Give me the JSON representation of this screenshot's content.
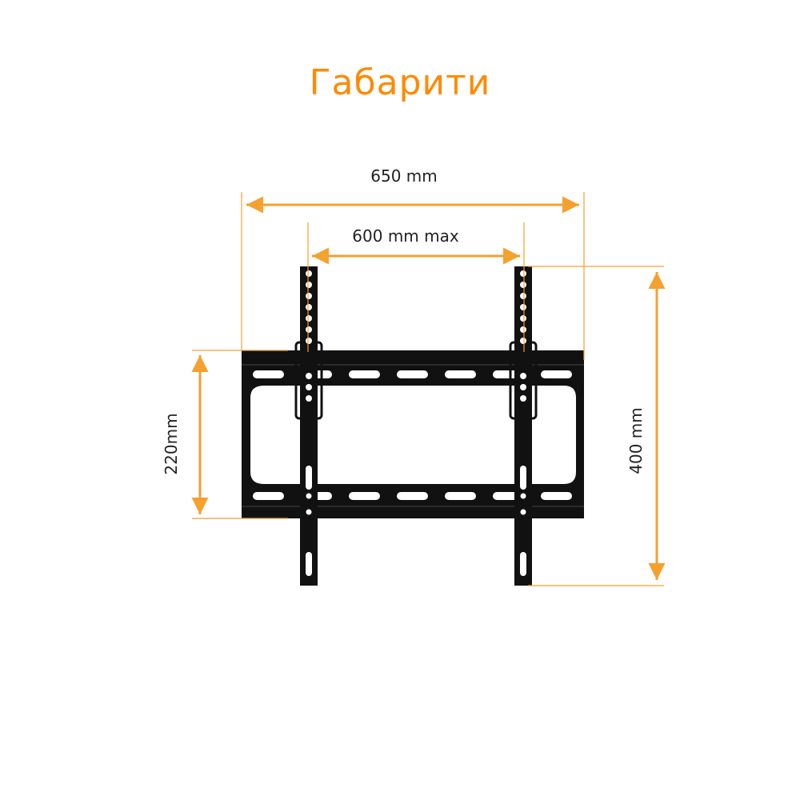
{
  "title": "Габарити",
  "dimensions": {
    "width_total": "650 mm",
    "width_max": "600 mm max",
    "height_frame": "220mm",
    "height_total": "400 mm"
  },
  "colors": {
    "accent": "#ff8a00",
    "dimension_line": "#f5a02f",
    "bracket": "#111111"
  }
}
